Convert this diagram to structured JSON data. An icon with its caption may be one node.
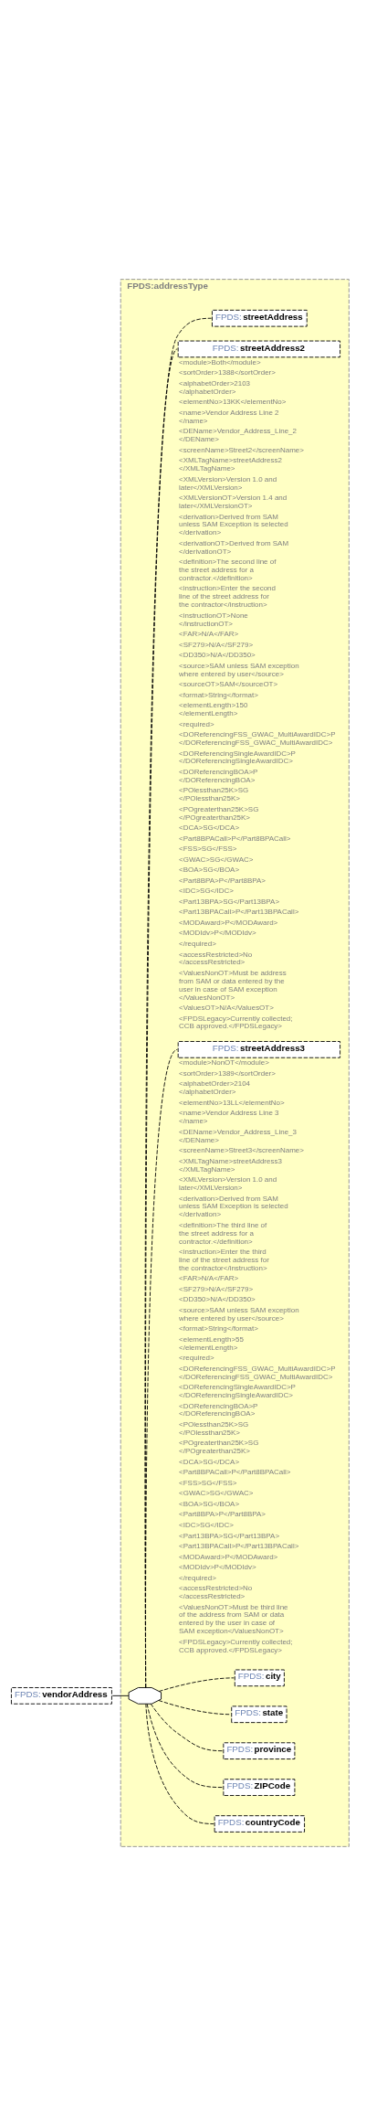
{
  "diagram": {
    "nodes": [
      {
        "text": [
          "FPDS:vendorAddress"
        ]
      },
      {
        "text": [
          "FPDS:addressType"
        ]
      },
      {
        "text": [],
        "shape": "octagon",
        "in": 1
      },
      {
        "text": [
          "FPDS:streetAddress"
        ],
        "in": 1
      },
      {
        "text": [
          "FPDS:streetAddress2"
        ],
        "in": 1,
        "beside": [
          "<module>Both</module>",
          "<sortOrder>1388</sortOrder>",
          "<alphabetOrder>2103</alphabetOrder>",
          "<elementNo>13KK</elementNo>",
          "<name>Vendor Address Line 2</name>",
          "<DEName>Vendor_Address_Line_2</DEName>",
          "<screenName>Street2</screenName>",
          "<XMLTagName>streetAddress2</XMLTagName>",
          "<XMLVersion>Version 1.0 and later</XMLVersion>",
          "<XMLVersionOT>Version 1.4 and later</XMLVersionOT>",
          "<derivation>Derived from SAM unless SAM Exception is selected</derivation>",
          "<derivationOT>Derived from SAM</derivationOT>",
          "<definition>The second line of the street address for a contractor.</definition>",
          "<instruction>Enter the second line of the street address for the contractor</instruction>",
          "<instructionOT>None</instructionOT>",
          "<FAR>N/A</FAR>",
          "<SF279>N/A</SF279>",
          "<DD350>N/A</DD350>",
          "<source>SAM unless SAM exception where entered by user</source>",
          "<sourceOT>SAM</sourceOT>",
          "<format>String</format>",
          "<elementLength>150</elementLength>",
          "<required>",
          "<DOReferencingFSS_GWAC_MultiAwardIDC>P</DOReferencingFSS_GWAC_MultiAwardIDC>",
          "<DOReferencingSingleAwardIDC>P</DOReferencingSingleAwardIDC>",
          "<DOReferencingBOA>P</DOReferencingBOA>",
          "<POlessthan25K>SG</POlessthan25K>",
          "<POgreaterthan25K>SG</POgreaterthan25K>",
          "<DCA>SG</DCA>",
          "<Part8BPACall>P</Part8BPACall>",
          "<FSS>SG</FSS>",
          "<GWAC>SG</GWAC>",
          "<BOA>SG</BOA>",
          "<Part8BPA>P</Part8BPA>",
          "<IDC>SG</IDC>",
          "<Part13BPA>SG</Part13BPA>",
          "<Part13BPACall>P</Part13BPACall>",
          "<MODAward>P</MODAward>",
          "<MODIdv>P</MODIdv>",
          "</required>",
          "<accessRestricted>No</accessRestricted>",
          "<ValuesNonOT>Must be address from SAM or data entered by the user in case of SAM exception </ValuesNonOT>",
          "<ValuesOT>N/A</ValuesOT>",
          "<FPDSLegacy>Currently collected; CCB approved.</FPDSLegacy>"
        ]
      },
      {
        "text": [
          "FPDS:streetAddress3"
        ],
        "in": 1,
        "beside": [
          "<module>NonOT</module>",
          "<sortOrder>1389</sortOrder>",
          "<alphabetOrder>2104</alphabetOrder>",
          "<elementNo>13LL</elementNo>",
          "<name>Vendor Address Line 3</name>",
          "<DEName>Vendor_Address_Line_3</DEName>",
          "<screenName>Street3</screenName>",
          "<XMLTagName>streetAddress3</XMLTagName>",
          "<XMLVersion>Version 1.0 and later</XMLVersion>",
          "<derivation>Derived from SAM unless SAM Exception is selected</derivation>",
          "<definition>The third line of the street address for a contractor.</definition>",
          "<instruction>Enter the third line of the street address for the contractor</instruction>",
          "<FAR>N/A</FAR>",
          "<SF279>N/A</SF279>",
          "<DD350>N/A</DD350>",
          "<source>SAM unless SAM exception where entered by user</source>",
          "<format>String</format>",
          "<elementLength>55</elementLength>",
          "<required>",
          "<DOReferencingFSS_GWAC_MultiAwardIDC>P</DOReferencingFSS_GWAC_MultiAwardIDC>",
          "<DOReferencingSingleAwardIDC>P</DOReferencingSingleAwardIDC>",
          "<DOReferencingBOA>P</DOReferencingBOA>",
          "<POlessthan25K>SG</POlessthan25K>",
          "<POgreaterthan25K>SG</POgreaterthan25K>",
          "<DCA>SG</DCA>",
          "<Part8BPACall>P</Part8BPACall>",
          "<FSS>SG</FSS>",
          "<GWAC>SG</GWAC>",
          "<BOA>SG</BOA>",
          "<Part8BPA>P</Part8BPA>",
          "<IDC>SG</IDC>",
          "<Part13BPA>SG</Part13BPA>",
          "<Part13BPACall>P</Part13BPACall>",
          "<MODAward>P</MODAward>",
          "<MODIdv>P</MODIdv>",
          "</required>",
          "<accessRestricted>No</accessRestricted>",
          "<ValuesNonOT>Must be third line of the address from SAM or data entered by the user in case of SAM exception</ValuesNonOT>",
          "<FPDSLegacy>Currently collected; CCB approved.</FPDSLegacy>"
        ]
      },
      {
        "text": [
          "FPDS:city"
        ],
        "in": 1
      },
      {
        "text": [
          "FPDS:state"
        ],
        "in": 1
      },
      {
        "text": [
          "FPDS:province"
        ],
        "in": 1
      },
      {
        "text": [
          "FPDS:ZIPCode"
        ],
        "in": 1
      },
      {
        "text": [
          "FPDS:countryCode"
        ],
        "in": 1
      }
    ],
    "edges": [
      {
        "from": 0,
        "to": 2,
        "arrow": "none"
      },
      {
        "from": 2,
        "to": 3,
        "arrow": "none",
        "style": "dashed"
      },
      {
        "from": 2,
        "to": 4,
        "arrow": "none",
        "style": "dashed"
      },
      {
        "from": 2,
        "to": 5,
        "arrow": "none",
        "style": "dashed"
      },
      {
        "from": 2,
        "to": 6,
        "arrow": "none",
        "style": "dashed"
      },
      {
        "from": 2,
        "to": 7,
        "arrow": "none",
        "style": "dashed"
      },
      {
        "from": 2,
        "to": 8,
        "arrow": "none",
        "style": "dashed"
      },
      {
        "from": 2,
        "to": 9,
        "arrow": "none",
        "style": "dashed"
      },
      {
        "from": 2,
        "to": 10,
        "arrow": "none",
        "style": "dashed"
      }
    ]
  }
}
